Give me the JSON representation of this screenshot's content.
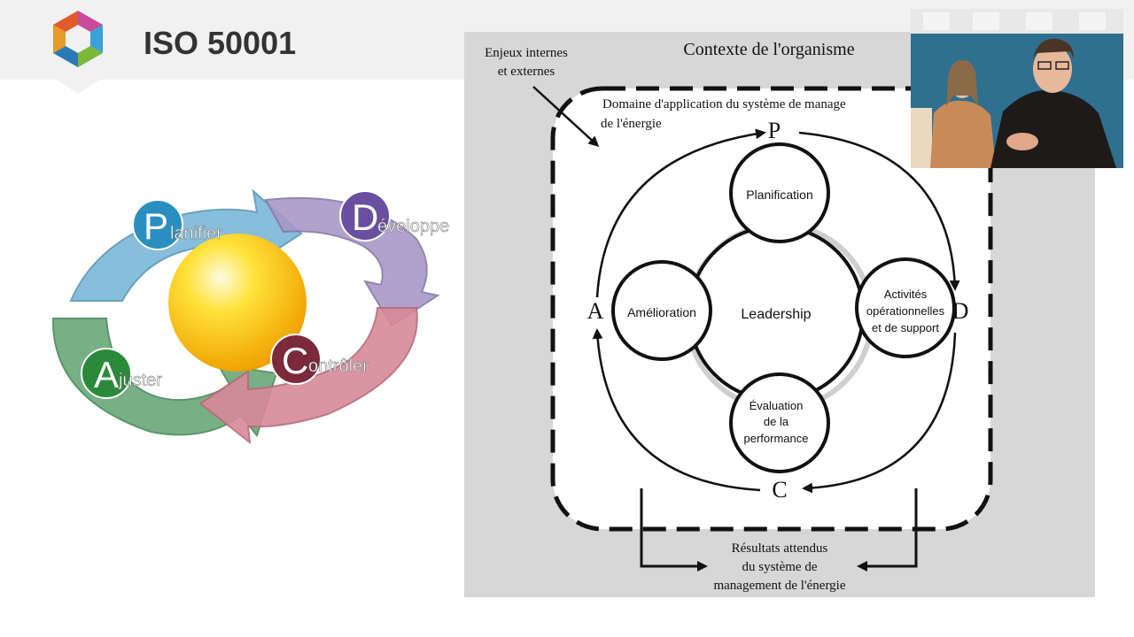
{
  "slide": {
    "title": "ISO 50001"
  },
  "cycle": {
    "steps": [
      {
        "letter": "P",
        "rest": "lanifier",
        "color": "#2a8fc0"
      },
      {
        "letter": "D",
        "rest": "éveloppe",
        "color": "#6a4fa0"
      },
      {
        "letter": "C",
        "rest": "ontrôler",
        "color": "#7a2a3a"
      },
      {
        "letter": "A",
        "rest": "juster",
        "color": "#2a8a3a"
      }
    ]
  },
  "diagram": {
    "context_title": "Contexte de l'organisme",
    "issues_label_1": "Enjeux internes",
    "issues_label_2": "et externes",
    "scope_label_1": "Domaine d'application du système de manage",
    "scope_label_2": "de l'énergie",
    "letters": {
      "p": "P",
      "d": "D",
      "c": "C",
      "a": "A"
    },
    "center": "Leadership",
    "planning": "Planification",
    "improvement": "Amélioration",
    "operations_1": "Activités",
    "operations_2": "opérationnelles",
    "operations_3": "et de support",
    "evaluation_1": "Évaluation",
    "evaluation_2": "de la",
    "evaluation_3": "performance",
    "results_1": "Résultats attendus",
    "results_2": "du système de",
    "results_3": "management de l'énergie"
  }
}
